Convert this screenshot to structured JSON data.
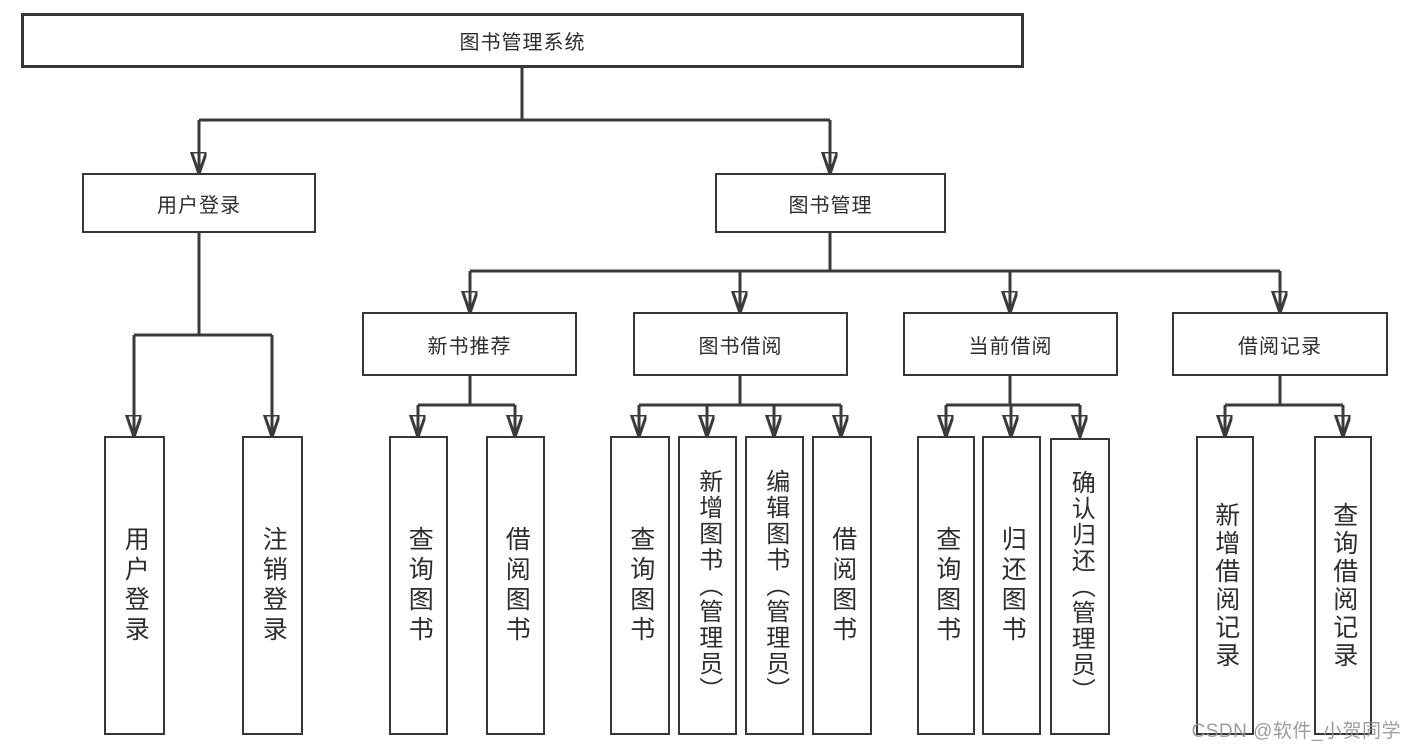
{
  "tree": {
    "label": "图书管理系统",
    "children": [
      {
        "label": "用户登录",
        "children": [
          {
            "label": "用户登录"
          },
          {
            "label": "注销登录"
          }
        ]
      },
      {
        "label": "图书管理",
        "children": [
          {
            "label": "新书推荐",
            "children": [
              {
                "label": "查询图书"
              },
              {
                "label": "借阅图书"
              }
            ]
          },
          {
            "label": "图书借阅",
            "children": [
              {
                "label": "查询图书"
              },
              {
                "label": "新增图书（管理员）"
              },
              {
                "label": "编辑图书（管理员）"
              },
              {
                "label": "借阅图书"
              }
            ]
          },
          {
            "label": "当前借阅",
            "children": [
              {
                "label": "查询图书"
              },
              {
                "label": "归还图书"
              },
              {
                "label": "确认归还（管理员）"
              }
            ]
          },
          {
            "label": "借阅记录",
            "children": [
              {
                "label": "新增借阅记录"
              },
              {
                "label": "查询借阅记录"
              }
            ]
          }
        ]
      }
    ]
  },
  "watermark": {
    "text": "CSDN @软件_小贺同学"
  },
  "colors": {
    "line": "#3a3a3a",
    "border": "#363636",
    "text": "#2d2d2d",
    "watermark": "#949494",
    "background": "#ffffff"
  }
}
